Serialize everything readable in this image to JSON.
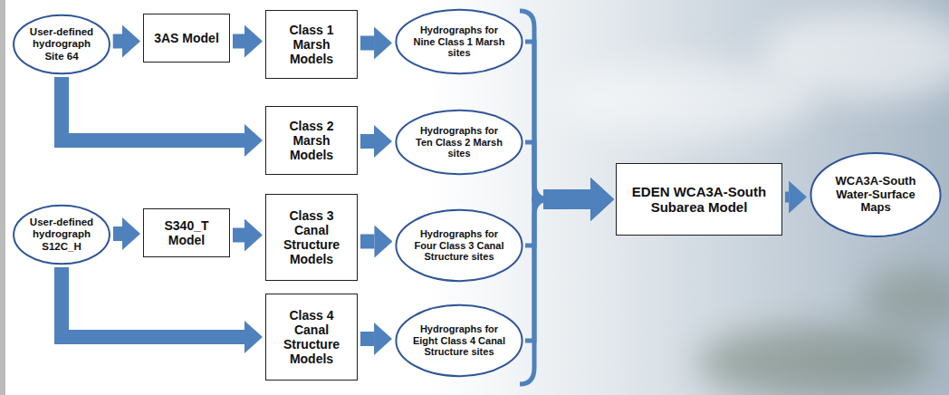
{
  "diagram": {
    "nodes": [
      {
        "text": [
          "User-defined hydrograph Site 64"
        ]
      },
      {
        "text": [
          "3AS Model"
        ]
      },
      {
        "text": [
          "Class 1 Marsh Models"
        ]
      },
      {
        "text": [
          "Hydrographs for Nine Class 1 Marsh sites"
        ]
      },
      {
        "text": [
          "Class 2 Marsh Models"
        ]
      },
      {
        "text": [
          "Hydrographs for Ten Class 2 Marsh sites"
        ]
      },
      {
        "text": [
          "User-defined hydrograph S12C_H"
        ]
      },
      {
        "text": [
          "S340_T Model"
        ]
      },
      {
        "text": [
          "Class 3 Canal Structure Models"
        ]
      },
      {
        "text": [
          "Hydrographs for Four Class 3 Canal Structure sites"
        ]
      },
      {
        "text": [
          "Class 4 Canal Structure Models"
        ]
      },
      {
        "text": [
          "Hydrographs for Eight Class 4 Canal Structure sites"
        ]
      },
      {
        "text": [
          "EDEN WCA3A-South Subarea Model"
        ]
      },
      {
        "text": [
          "WCA3A-South Water-Surface Maps"
        ]
      }
    ],
    "edges": [
      {
        "from": 0,
        "to": 1,
        "arrow": "to"
      },
      {
        "from": 1,
        "to": 2,
        "arrow": "to"
      },
      {
        "from": 2,
        "to": 3,
        "arrow": "to"
      },
      {
        "from": 0,
        "to": 4,
        "arrow": "to"
      },
      {
        "from": 4,
        "to": 5,
        "arrow": "to"
      },
      {
        "from": 6,
        "to": 7,
        "arrow": "to"
      },
      {
        "from": 7,
        "to": 8,
        "arrow": "to"
      },
      {
        "from": 8,
        "to": 9,
        "arrow": "to"
      },
      {
        "from": 6,
        "to": 10,
        "arrow": "to"
      },
      {
        "from": 10,
        "to": 11,
        "arrow": "to"
      },
      {
        "from": 3,
        "to": 12,
        "arrow": "to"
      },
      {
        "from": 5,
        "to": 12,
        "arrow": "to"
      },
      {
        "from": 9,
        "to": 12,
        "arrow": "to"
      },
      {
        "from": 11,
        "to": 12,
        "arrow": "to"
      },
      {
        "from": 12,
        "to": 13,
        "arrow": "to"
      }
    ]
  }
}
